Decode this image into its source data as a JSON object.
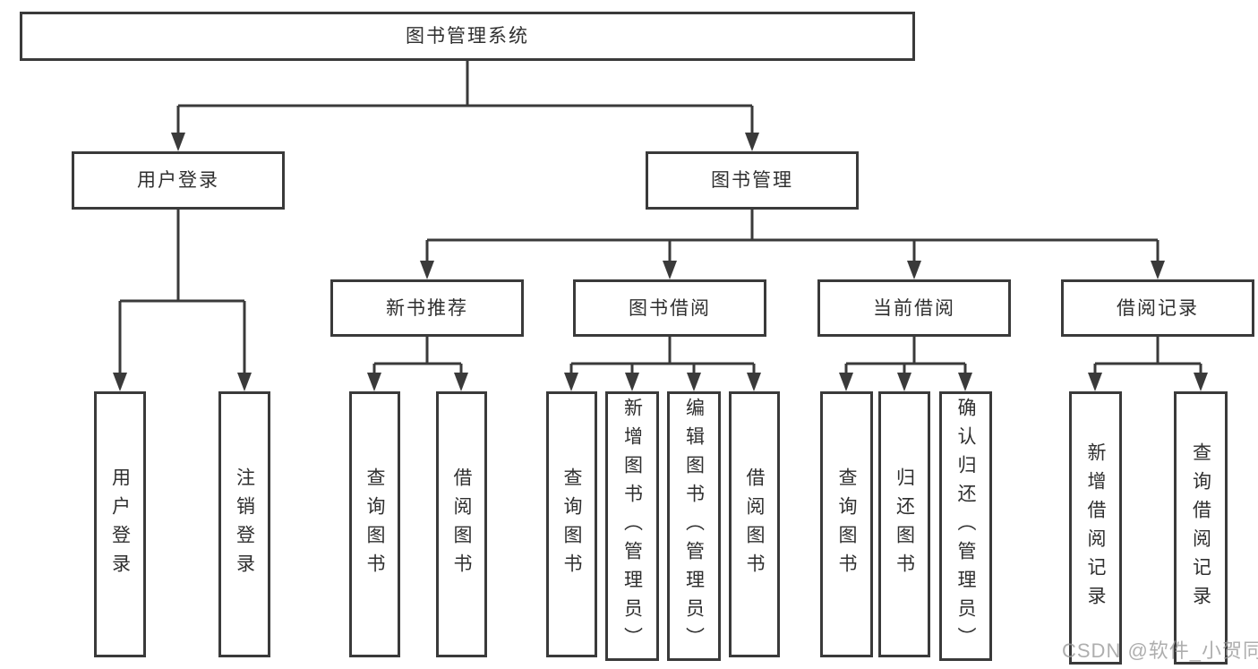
{
  "tree": {
    "root": {
      "label": "图书管理系统"
    },
    "branches": [
      {
        "label": "用户登录",
        "children": [
          {
            "label": "用户登录"
          },
          {
            "label": "注销登录"
          }
        ]
      },
      {
        "label": "图书管理",
        "children": [
          {
            "label": "新书推荐",
            "children": [
              {
                "label": "查询图书"
              },
              {
                "label": "借阅图书"
              }
            ]
          },
          {
            "label": "图书借阅",
            "children": [
              {
                "label": "查询图书"
              },
              {
                "label": "新增图书（管理员）"
              },
              {
                "label": "编辑图书（管理员）"
              },
              {
                "label": "借阅图书"
              }
            ]
          },
          {
            "label": "当前借阅",
            "children": [
              {
                "label": "查询图书"
              },
              {
                "label": "归还图书"
              },
              {
                "label": "确认归还（管理员）"
              }
            ]
          },
          {
            "label": "借阅记录",
            "children": [
              {
                "label": "新增借阅记录"
              },
              {
                "label": "查询借阅记录"
              }
            ]
          }
        ]
      }
    ]
  },
  "watermark": "CSDN @软件_小贺同学",
  "colors": {
    "line": "#3a3a3a",
    "text": "#2f2f2f",
    "watermark": "#9b9b9b",
    "background": "#ffffff"
  }
}
